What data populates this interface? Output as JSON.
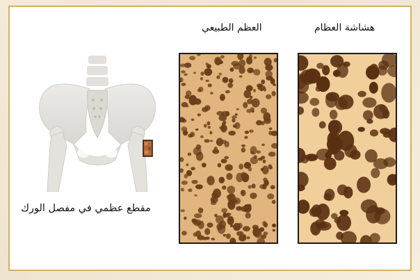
{
  "labels": {
    "osteoporosis": "هشاشة العظام",
    "normal_bone": "العظم الطبيعي",
    "hip_caption": "مقطع عظمي في مفصل الورك"
  },
  "colors": {
    "frame_border": "#d4b061",
    "bone_light": "#f2d9ad",
    "bone_mid": "#c99560",
    "pore_dark": "#5a3214",
    "pelvis": "#e8e6e2",
    "sample_box": "#b86a34"
  }
}
